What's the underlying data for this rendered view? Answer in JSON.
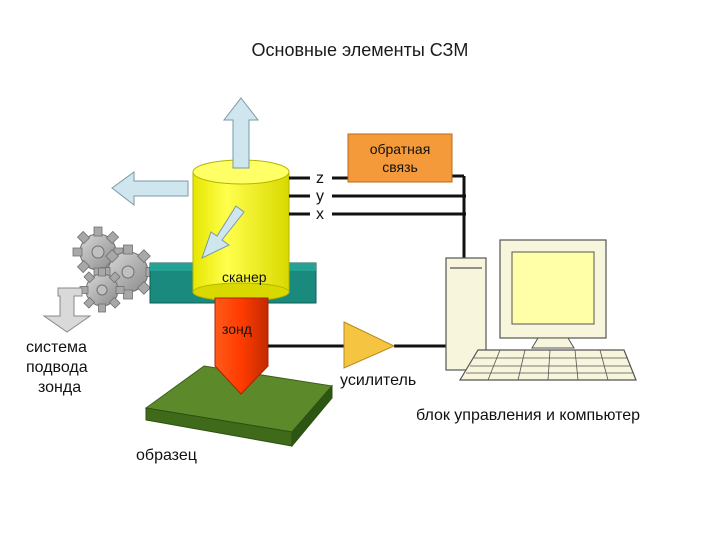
{
  "title": "Основные элементы СЗМ",
  "labels": {
    "feedback_line1": "обратная",
    "feedback_line2": "связь",
    "axis_z": "z",
    "axis_y": "y",
    "axis_x": "x",
    "scanner": "сканер",
    "probe": "зонд",
    "approach_line1": "система",
    "approach_line2": "подвода",
    "approach_line3": "зонда",
    "amplifier": "усилитель",
    "control_unit": "блок управления и компьютер",
    "sample": "образец"
  },
  "colors": {
    "scanner_yellow": "#ffff33",
    "probe_red": "#ff3300",
    "feedback_orange": "#f59a3a",
    "platform_teal": "#1a8a7e",
    "sample_green": "#5c8a2a",
    "amplifier_yellow": "#f5c542",
    "arrow_blue": "#cfe6ee",
    "computer_beige": "#f7f5dc"
  },
  "icons": [
    "gear-icon",
    "up-arrow-icon",
    "left-arrow-icon",
    "down-arrow-icon",
    "computer-icon"
  ]
}
